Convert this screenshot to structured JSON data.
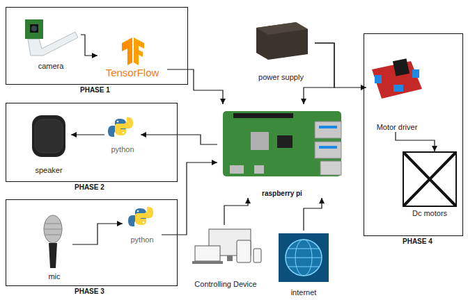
{
  "diagram": {
    "nodes": [
      {
        "text": [
          "PHASE 1"
        ]
      },
      {
        "text": [
          "camera"
        ],
        "in": 0
      },
      {
        "text": [
          "TensorFlow"
        ],
        "in": 0
      },
      {
        "text": [
          "power supply"
        ]
      },
      {
        "text": [
          "PHASE 4"
        ]
      },
      {
        "text": [
          "Motor driver"
        ],
        "in": 4
      },
      {
        "text": [
          "Dc motors"
        ],
        "in": 4
      },
      {
        "text": [
          "PHASE 2"
        ]
      },
      {
        "text": [
          "speaker"
        ],
        "in": 7
      },
      {
        "text": [
          "python"
        ],
        "in": 7
      },
      {
        "text": [
          "raspberry pi"
        ]
      },
      {
        "text": [
          "PHASE 3"
        ]
      },
      {
        "text": [
          "mic"
        ],
        "in": 11
      },
      {
        "text": [
          "python"
        ],
        "in": 11
      },
      {
        "text": [
          "Controlling Device"
        ]
      },
      {
        "text": [
          "internet"
        ]
      }
    ],
    "edges": [
      {
        "from": 1,
        "to": 2,
        "arrow": "to"
      },
      {
        "from": 2,
        "to": 10,
        "arrow": "to"
      },
      {
        "from": 10,
        "to": 9,
        "arrow": "to"
      },
      {
        "from": 9,
        "to": 8,
        "arrow": "to"
      },
      {
        "from": 12,
        "to": 13,
        "arrow": "to"
      },
      {
        "from": 13,
        "to": 10,
        "arrow": "to"
      },
      {
        "from": 3,
        "to": 10,
        "arrow": "to"
      },
      {
        "from": 3,
        "to": 5,
        "arrow": "to"
      },
      {
        "from": 5,
        "to": 6,
        "arrow": "to"
      },
      {
        "from": 14,
        "to": 10,
        "arrow": "to"
      },
      {
        "from": 15,
        "to": 10,
        "arrow": "to"
      }
    ]
  }
}
